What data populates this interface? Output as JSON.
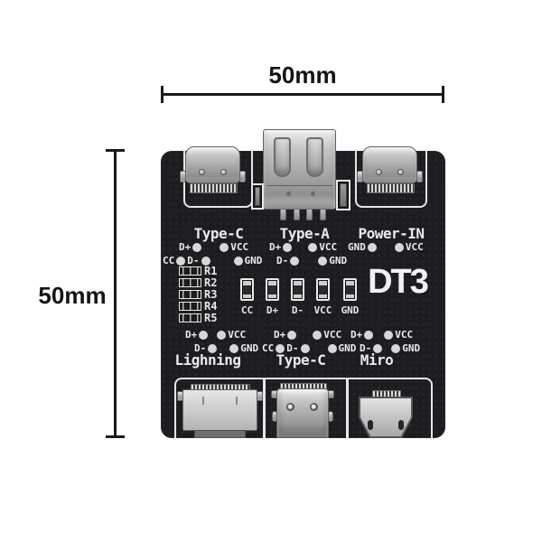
{
  "annotations": {
    "width_label": "50mm",
    "height_label": "50mm"
  },
  "board": {
    "brand": "DT3",
    "ports_top": {
      "type_c": "Type-C",
      "type_a": "Type-A",
      "power_in": "Power-IN"
    },
    "ports_bottom": {
      "lightning": "Lighning",
      "type_c": "Type-C",
      "micro": "Miro"
    },
    "tp": {
      "tc_top": {
        "r1": [
          "D+",
          "VCC"
        ],
        "r2": [
          "CC",
          "D-",
          "GND"
        ]
      },
      "ta": {
        "r1": [
          "D+",
          "VCC"
        ],
        "r2": [
          "D-",
          "GND"
        ]
      },
      "pin": {
        "r1": [
          "GND",
          "VCC"
        ]
      },
      "lgt": {
        "r1": [
          "D+",
          "VCC"
        ],
        "r2": [
          "D-",
          "GND"
        ]
      },
      "tc_bot": {
        "r1": [
          "D+",
          "VCC"
        ],
        "r2": [
          "CC",
          "D-",
          "GND"
        ]
      },
      "micro": {
        "r1": [
          "D+",
          "VCC"
        ],
        "r2": [
          "D-",
          "GND"
        ]
      }
    },
    "resistors": [
      "R1",
      "R2",
      "R3",
      "R4",
      "R5"
    ],
    "leds": [
      "CC",
      "D+",
      "D-",
      "VCC",
      "GND"
    ]
  },
  "colors": {
    "background": "#ffffff",
    "board": "#1d1d21",
    "silkscreen": "#ececec",
    "metal_light": "#ececec",
    "metal_dark": "#8f8f8f",
    "dimension_line": "#1a1a1a"
  }
}
